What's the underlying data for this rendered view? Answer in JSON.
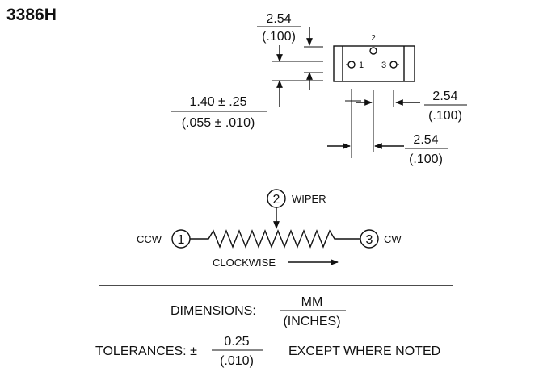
{
  "part_number": "3386H",
  "dim_top": {
    "mm": "2.54",
    "in": "(.100)"
  },
  "dim_height": {
    "mm": "1.40 ± .25",
    "in": "(.055 ± .010)"
  },
  "dim_pin_right": {
    "mm": "2.54",
    "in": "(.100)"
  },
  "dim_pin_bottom": {
    "mm": "2.54",
    "in": "(.100)"
  },
  "pins": {
    "p1": "1",
    "p2": "2",
    "p3": "3"
  },
  "schematic": {
    "pin1": "1",
    "pin2": "2",
    "pin3": "3",
    "ccw": "CCW",
    "cw": "CW",
    "wiper": "WIPER",
    "clockwise": "CLOCKWISE"
  },
  "legend": {
    "dimensions_label": "DIMENSIONS:",
    "dim_num": "MM",
    "dim_den": "(INCHES)",
    "tolerances_label": "TOLERANCES: ±",
    "tol_num": "0.25",
    "tol_den": "(.010)",
    "except": "EXCEPT WHERE NOTED"
  }
}
